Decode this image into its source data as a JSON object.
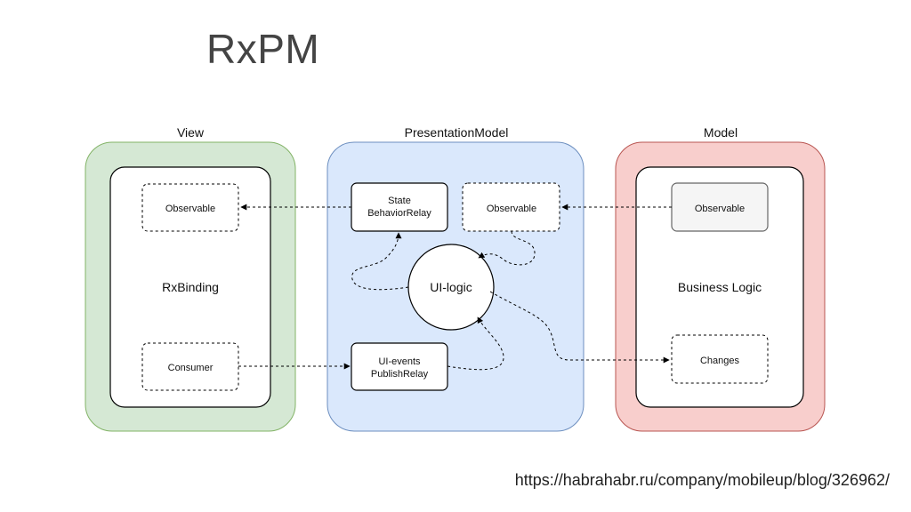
{
  "title": "RxPM",
  "footer_url": "https://habrahabr.ru/company/mobileup/blog/326962/",
  "colors": {
    "view_fill": "#d5e8d4",
    "view_stroke": "#82b366",
    "pm_fill": "#dae8fc",
    "pm_stroke": "#6c8ebf",
    "model_fill": "#f8cecc",
    "model_stroke": "#b85450"
  },
  "diagram": {
    "view": {
      "title": "View",
      "core": "RxBinding",
      "observable": "Observable",
      "consumer": "Consumer"
    },
    "presentation_model": {
      "title": "PresentationModel",
      "state_line1": "State",
      "state_line2": "BehaviorRelay",
      "observable": "Observable",
      "ui_logic": "UI-logic",
      "events_line1": "UI-events",
      "events_line2": "PublishRelay"
    },
    "model": {
      "title": "Model",
      "core": "Business Logic",
      "observable": "Observable",
      "changes": "Changes"
    }
  }
}
